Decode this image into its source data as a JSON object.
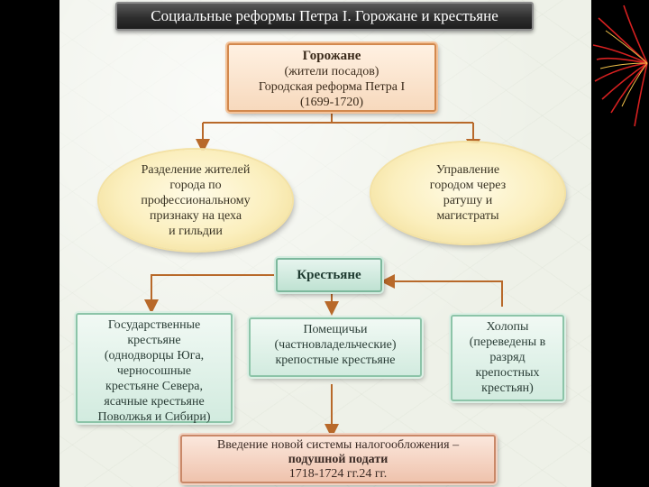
{
  "title": "Социальные реформы Петра I. Горожане и крестьяне",
  "townsmen": {
    "heading": "Горожане",
    "line2": "(жители посадов)",
    "line3": "Городская реформа Петра I",
    "line4": "(1699-1720)"
  },
  "oval_left": [
    "Разделение жителей",
    "города по",
    "профессиональному",
    "признаку на цеха",
    "и гильдии"
  ],
  "oval_right": [
    "Управление",
    "городом через",
    "ратушу и",
    "магистраты"
  ],
  "peasants": {
    "heading": "Крестьяне"
  },
  "state_peasants": [
    "Государственные",
    "крестьяне",
    "(однодворцы Юга,",
    "черносошные",
    "крестьяне Севера,",
    "ясачные крестьяне",
    "Поволжья и Сибири)"
  ],
  "landlord_peasants": [
    "Помещичьи",
    "(частновладельческие)",
    "крепостные крестьяне"
  ],
  "serfs": [
    "Холопы",
    "(переведены в",
    "разряд",
    "крепостных",
    "крестьян)"
  ],
  "tax": {
    "line1": "Введение новой системы налогообложения –",
    "line2": "подушной подати",
    "line3": "1718-1724 гг.24 гг."
  },
  "colors": {
    "connector": "#b8692a",
    "title_bg": "#333333",
    "orange_border": "#d2884d",
    "green_border": "#7db89c"
  }
}
